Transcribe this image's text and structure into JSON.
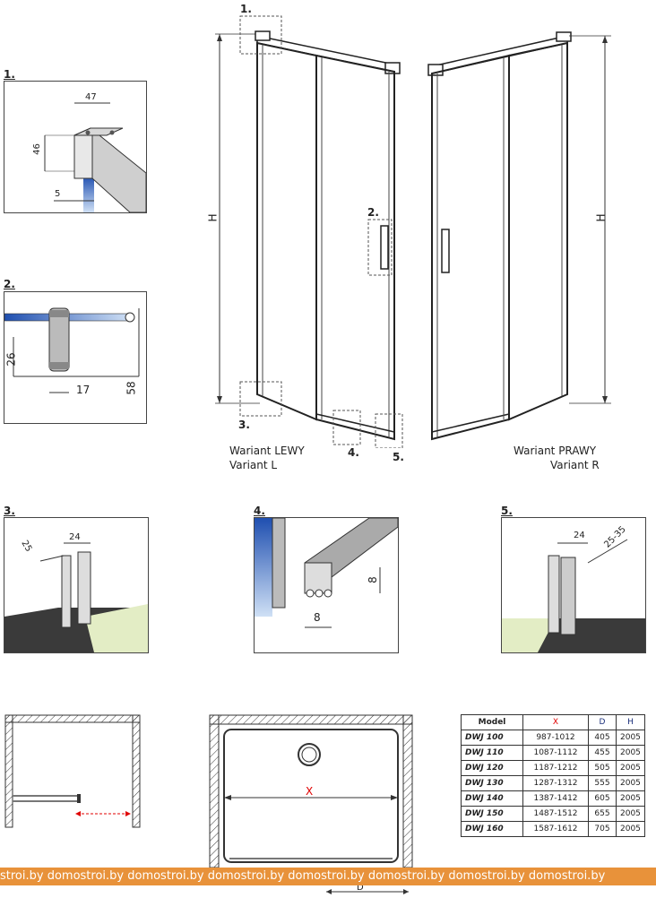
{
  "callouts": {
    "n1": "1.",
    "n2": "2.",
    "n3": "3.",
    "n4": "4.",
    "n5": "5."
  },
  "panel1": {
    "dim_top": "47",
    "dim_side": "46",
    "dim_bottom": "5"
  },
  "panel2": {
    "dim_left": "26",
    "dim_bottom": "17",
    "dim_right": "58"
  },
  "panel3": {
    "dim_a": "25",
    "dim_b": "24"
  },
  "panel4": {
    "dim_h": "8",
    "dim_w": "8"
  },
  "panel5": {
    "dim_a": "24",
    "dim_b": "25-35"
  },
  "main": {
    "h_left": "H",
    "h_right": "H"
  },
  "variant_left": {
    "line1": "Wariant LEWY",
    "line2": "Variant L"
  },
  "variant_right": {
    "line1": "Wariant PRAWY",
    "line2": "Variant R"
  },
  "plan": {
    "x_label": "X",
    "d_label": "D"
  },
  "table": {
    "headers": {
      "model": "Model",
      "x": "X",
      "d": "D",
      "h": "H"
    },
    "rows": [
      {
        "model": "DWJ 100",
        "x": "987-1012",
        "d": "405",
        "h": "2005"
      },
      {
        "model": "DWJ 110",
        "x": "1087-1112",
        "d": "455",
        "h": "2005"
      },
      {
        "model": "DWJ 120",
        "x": "1187-1212",
        "d": "505",
        "h": "2005"
      },
      {
        "model": "DWJ 130",
        "x": "1287-1312",
        "d": "555",
        "h": "2005"
      },
      {
        "model": "DWJ 140",
        "x": "1387-1412",
        "d": "605",
        "h": "2005"
      },
      {
        "model": "DWJ 150",
        "x": "1487-1512",
        "d": "655",
        "h": "2005"
      },
      {
        "model": "DWJ 160",
        "x": "1587-1612",
        "d": "705",
        "h": "2005"
      }
    ]
  },
  "watermark": "stroi.by  domostroi.by  domostroi.by  domostroi.by  domostroi.by  domostroi.by  domostroi.by  domostroi.by",
  "colors": {
    "glass": "#2e66c8",
    "floor": "#e3edc5",
    "wall": "#3a3a3a",
    "red": "#e00000"
  }
}
